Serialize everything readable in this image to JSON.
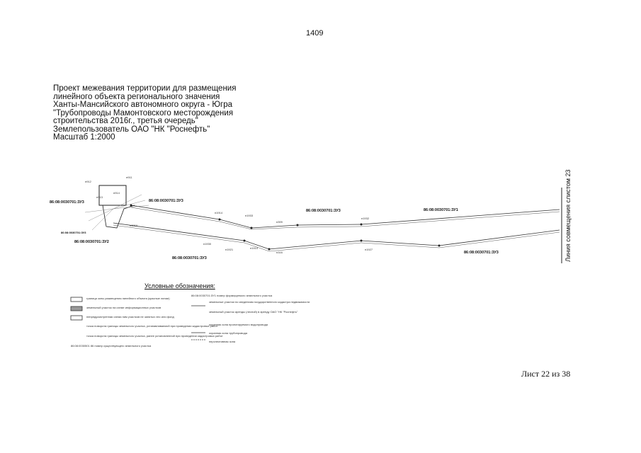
{
  "page_number": "1409",
  "title_lines": [
    "Проект межевания территории для размещения",
    "линейного объекта регионального значения",
    "Ханты-Мансийского автономного округа - Югра",
    "\"Трубопроводы Мамонтовского месторождения",
    "строительства 2016г., третья очередь\"",
    "Землепользователь ОАО \"НК \"Роснефть\"",
    "Масштаб 1:2000"
  ],
  "map": {
    "parcel_labels": [
      "86:08:0030701:ЗУ3",
      "86:08:0030701:ЗУ3",
      "86:08:0030701:ЗУ3",
      "86:08:0030701:ЗУ2",
      "86:08:0030701:ЗУ1",
      "86:08:0030701:ЗУ3",
      "86:08:0030701:ЗУ3",
      "86:08:0030701:ЗУ3"
    ],
    "point_labels": [
      "н911",
      "н912",
      "н913",
      "н914",
      "н1914",
      "н1933",
      "н399",
      "н1932",
      "н316",
      "н1927",
      "н1930",
      "н1921",
      "н1910",
      "н1910"
    ],
    "alignment_line_label": "Линия совмещения слистом 23"
  },
  "legend": {
    "title": "Условные обозначения:",
    "left_items": [
      "граница зоны размещения линейного объекта (красные линии)",
      "земельный участок на схеме информационных участков",
      "непредусмотренная схема ним участков не занятых лес или фонд",
      "точка поворота границы земельного участка, устанавливаемой при проведении кадастровых работ",
      "точка поворота границы земельного участка, ранее установленной при проведении кадастровых работ",
      "86:08:0030501 86 номер существующего земельного участка"
    ],
    "right_items": [
      "86:08:0030701:ЗУ1 номер формируемого земельного участка",
      "земельные участки по сведениям государственного кадастра недвижимости",
      "земельный участок аренды (лесной) в аренду ОАО \"НК \"Роснефть\"",
      "охранная зона проектируемого водопровода",
      "охранная зона трубопровода",
      "перспективная зона"
    ]
  },
  "sheet_label": "Лист 22 из 38"
}
